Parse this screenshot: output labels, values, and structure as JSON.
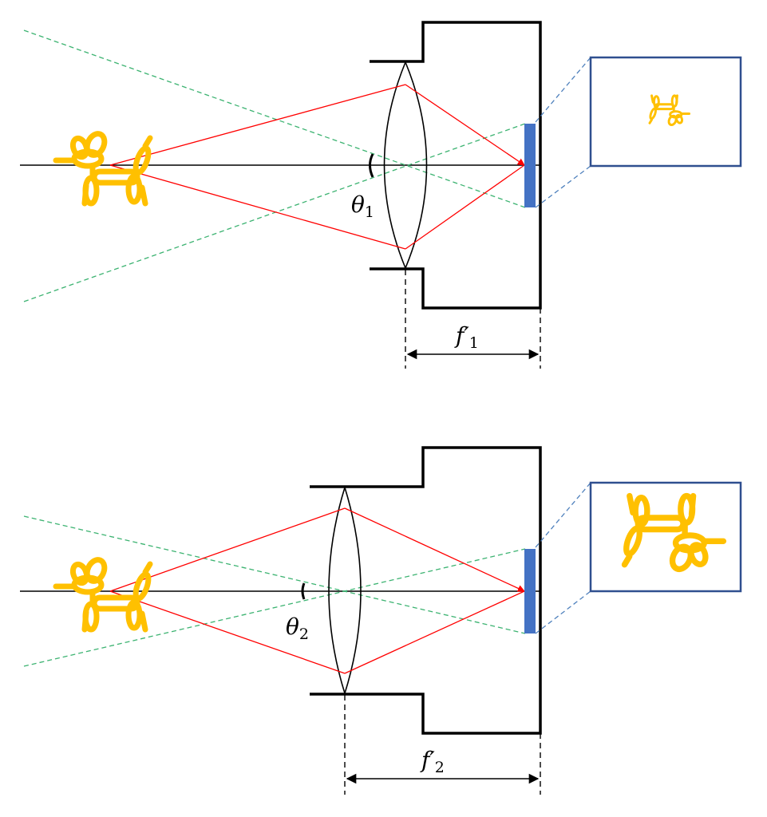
{
  "panels": [
    {
      "angle_symbol": "θ",
      "angle_subscript": "1",
      "focal_symbol": "f′",
      "focal_subscript": "1"
    },
    {
      "angle_symbol": "θ",
      "angle_subscript": "2",
      "focal_symbol": "f′",
      "focal_subscript": "2"
    }
  ],
  "colors": {
    "optical_axis": "#000000",
    "camera_body": "#000000",
    "light_rays": "#ff0000",
    "field_of_view_rays": "#3cb371",
    "sensor": "#4472c4",
    "inset_frame": "#2f4f8f",
    "inset_projection_lines": "#4f81bd",
    "balloon_dog": "#ffc000"
  },
  "icons": {
    "object": "balloon-dog-icon",
    "image": "balloon-dog-image-icon"
  }
}
